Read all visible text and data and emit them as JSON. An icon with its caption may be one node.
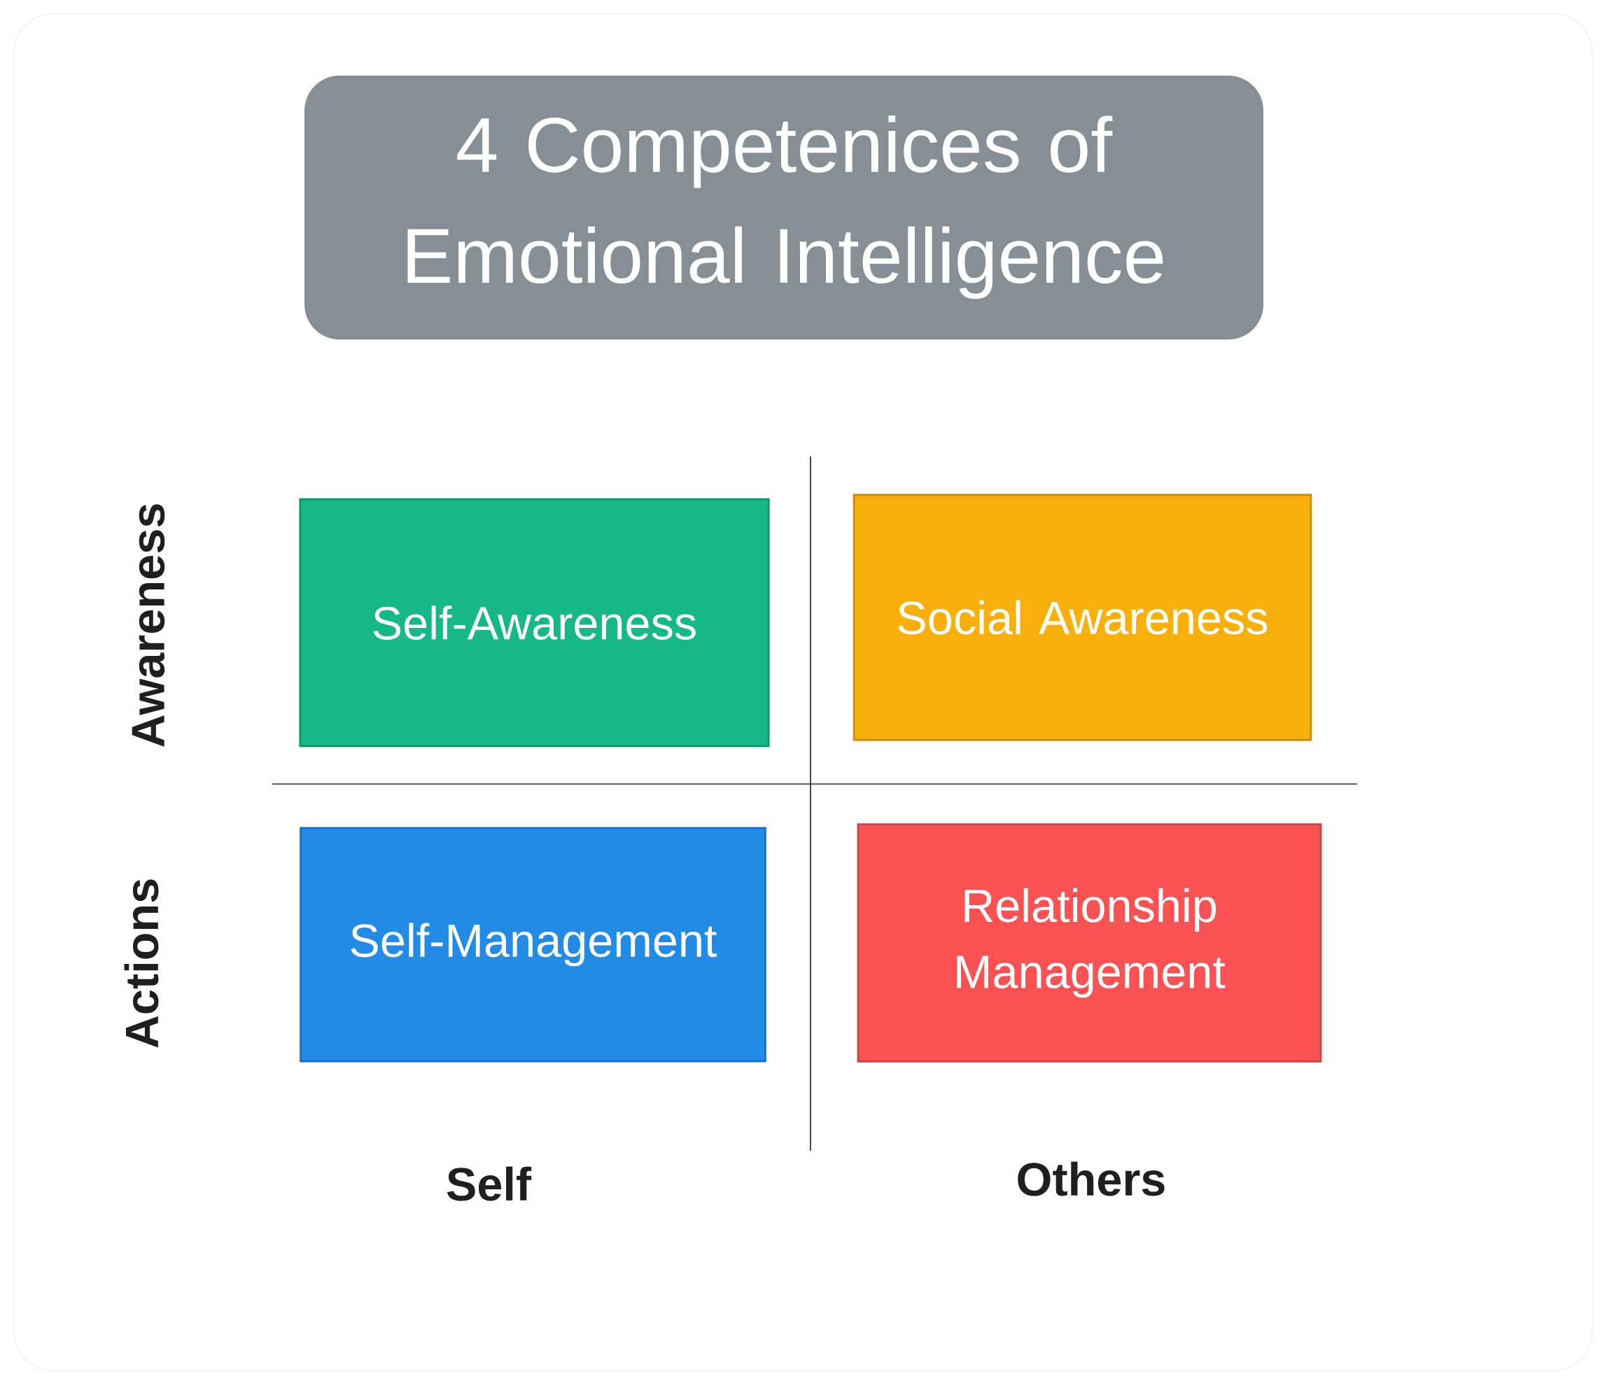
{
  "diagram": {
    "title": "4 Competenices of Emotional Intelligence",
    "nodes": [
      {
        "text": [
          "Self-Awareness"
        ]
      },
      {
        "text": [
          "Social Awareness"
        ]
      },
      {
        "text": [
          "Self-Management"
        ]
      },
      {
        "text": [
          "Relationship Management"
        ]
      }
    ],
    "labels": [
      "Awareness",
      "Actions",
      "Self",
      "Others"
    ]
  }
}
